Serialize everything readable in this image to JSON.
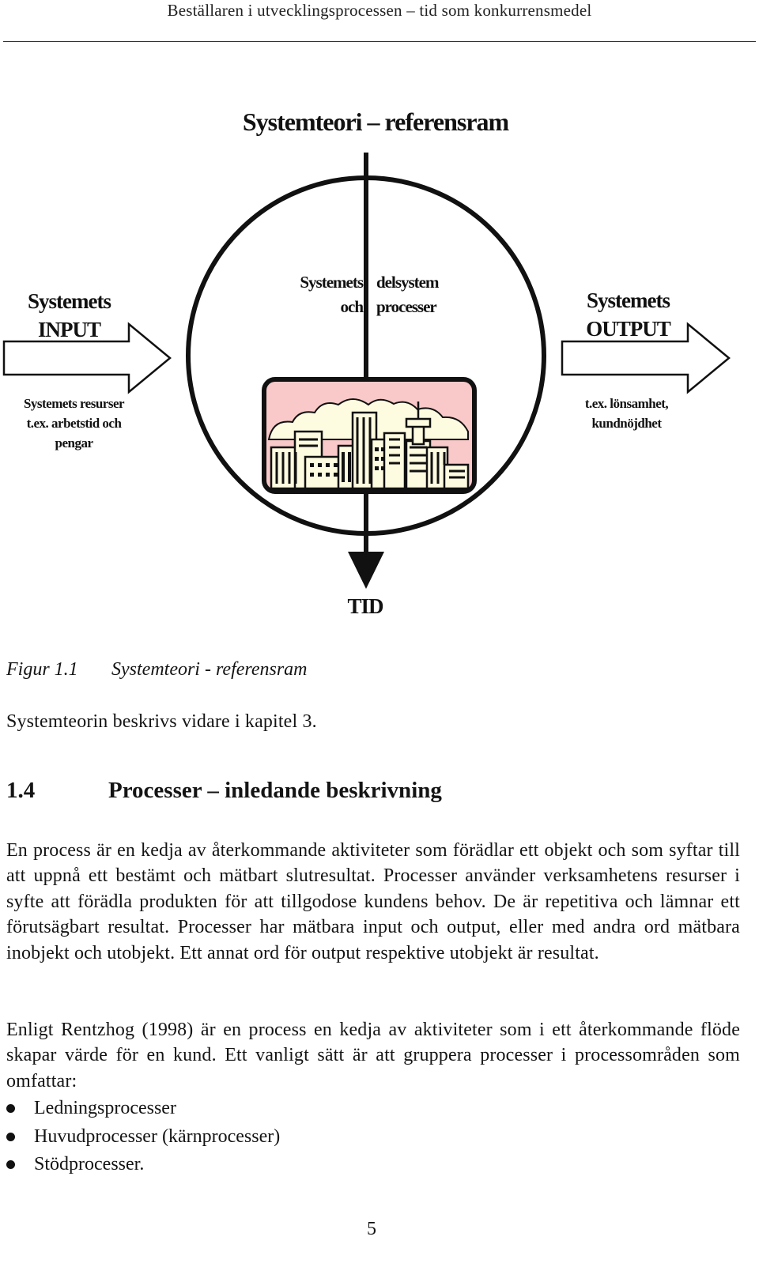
{
  "header": {
    "running_title": "Beställaren i utvecklingsprocessen – tid som konkurrensmedel"
  },
  "figure": {
    "title": "Systemteori – referensram",
    "input": {
      "line1": "Systemets",
      "line2": "INPUT",
      "note_line1": "Systemets resurser",
      "note_line2": "t.ex. arbetstid och",
      "note_line3": "pengar"
    },
    "center": {
      "left_line1": "Systemets",
      "left_line2": "och",
      "right_line1": "delsystem",
      "right_line2": "processer"
    },
    "output": {
      "line1": "Systemets",
      "line2": "OUTPUT",
      "note_line1": "t.ex. lönsamhet,",
      "note_line2": "kundnöjdhet"
    },
    "time_label": "TID",
    "icons": [
      "circle-boundary",
      "time-arrow-icon",
      "input-arrow-icon",
      "output-arrow-icon",
      "city-skyline-icon"
    ],
    "colors": {
      "sky": "#f9c8c8",
      "buildings": "#fdfbe0",
      "ink": "#111111"
    }
  },
  "caption": {
    "number": "Figur 1.1",
    "text": "Systemteori - referensram"
  },
  "intro": "Systemteorin beskrivs vidare i kapitel 3.",
  "section": {
    "number": "1.4",
    "title": "Processer – inledande beskrivning"
  },
  "paragraphs": {
    "p1": "En process är en kedja av återkommande aktiviteter som förädlar ett objekt och som syftar till att uppnå ett bestämt och mätbart slutresultat. Processer använder verksamhetens resurser i syfte att förädla produkten för att tillgodose kundens be­hov. De är repetitiva och lämnar ett förutsägbart resultat. Processer har mätbara input och output, eller med andra ord mätbara inobjekt och utobjekt. Ett annat ord för output respektive utobjekt är resultat.",
    "p2": "Enligt Rentzhog (1998) är en process en kedja av aktiviteter som i ett återkom­mande flöde skapar värde för en kund. Ett vanligt sätt är att gruppera processer i processområden som omfattar:"
  },
  "bullets": [
    "Ledningsprocesser",
    "Huvudprocesser (kärnprocesser)",
    "Stödprocesser."
  ],
  "page_number": "5"
}
